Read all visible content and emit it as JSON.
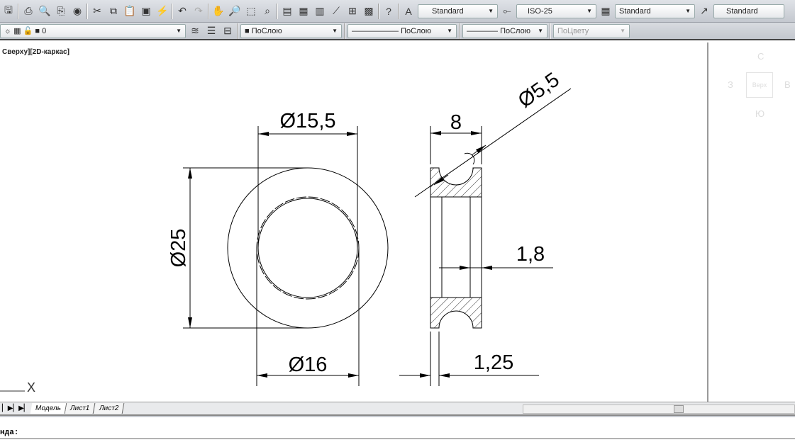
{
  "toolbar": {
    "text_style": "Standard",
    "dim_style": "ISO-25",
    "table_style": "Standard",
    "mleader_style": "Standard"
  },
  "layers": {
    "current_layer": "0",
    "color": "ПоСлою",
    "linetype": "ПоСлою",
    "lineweight": "ПоСлою",
    "plotstyle": "ПоЦвету"
  },
  "viewport": {
    "label": "Сверху][2D-каркас]"
  },
  "viewcube": {
    "n": "С",
    "s": "Ю",
    "w": "З",
    "e": "В",
    "face": "Верх"
  },
  "tabs": [
    "Модель",
    "Лист1",
    "Лист2"
  ],
  "command": {
    "prompt": "нда:"
  },
  "drawing": {
    "dims": {
      "d_inner": "Ø15,5",
      "d_outer": "Ø25",
      "d_bore": "Ø16",
      "width": "8",
      "groove": "Ø5,5",
      "wall": "1,8",
      "chamfer": "1,25"
    }
  },
  "ucs": {
    "x_label": "X"
  }
}
